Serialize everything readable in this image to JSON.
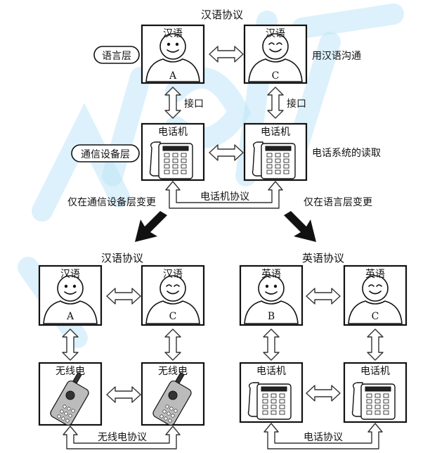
{
  "top": {
    "protocol_label": "汉语协议",
    "layer_language": "语言层",
    "layer_device": "通信设备层",
    "person_a": {
      "lang": "汉语",
      "letter": "A"
    },
    "person_c": {
      "lang": "汉语",
      "letter": "C"
    },
    "comm_label": "用汉语沟通",
    "interface_left": "接口",
    "interface_right": "接口",
    "phone_left": "电话机",
    "phone_right": "电话机",
    "phone_system_label": "电话系统的读取",
    "phone_protocol_label": "电话机协议",
    "change_left": "仅在通信设备层变更",
    "change_right": "仅在语言层变更"
  },
  "bottom_left": {
    "protocol_label": "汉语协议",
    "person_a": {
      "lang": "汉语",
      "letter": "A"
    },
    "person_c": {
      "lang": "汉语",
      "letter": "C"
    },
    "device_left": "无线电",
    "device_right": "无线电",
    "device_protocol_label": "无线电协议"
  },
  "bottom_right": {
    "protocol_label": "英语协议",
    "person_b": {
      "lang": "英语",
      "letter": "B"
    },
    "person_c": {
      "lang": "英语",
      "letter": "C"
    },
    "device_left": "电话机",
    "device_right": "电话机",
    "device_protocol_label": "电话协议"
  },
  "colors": {
    "ink": "#111111",
    "watermark": "#bfe6f7"
  }
}
